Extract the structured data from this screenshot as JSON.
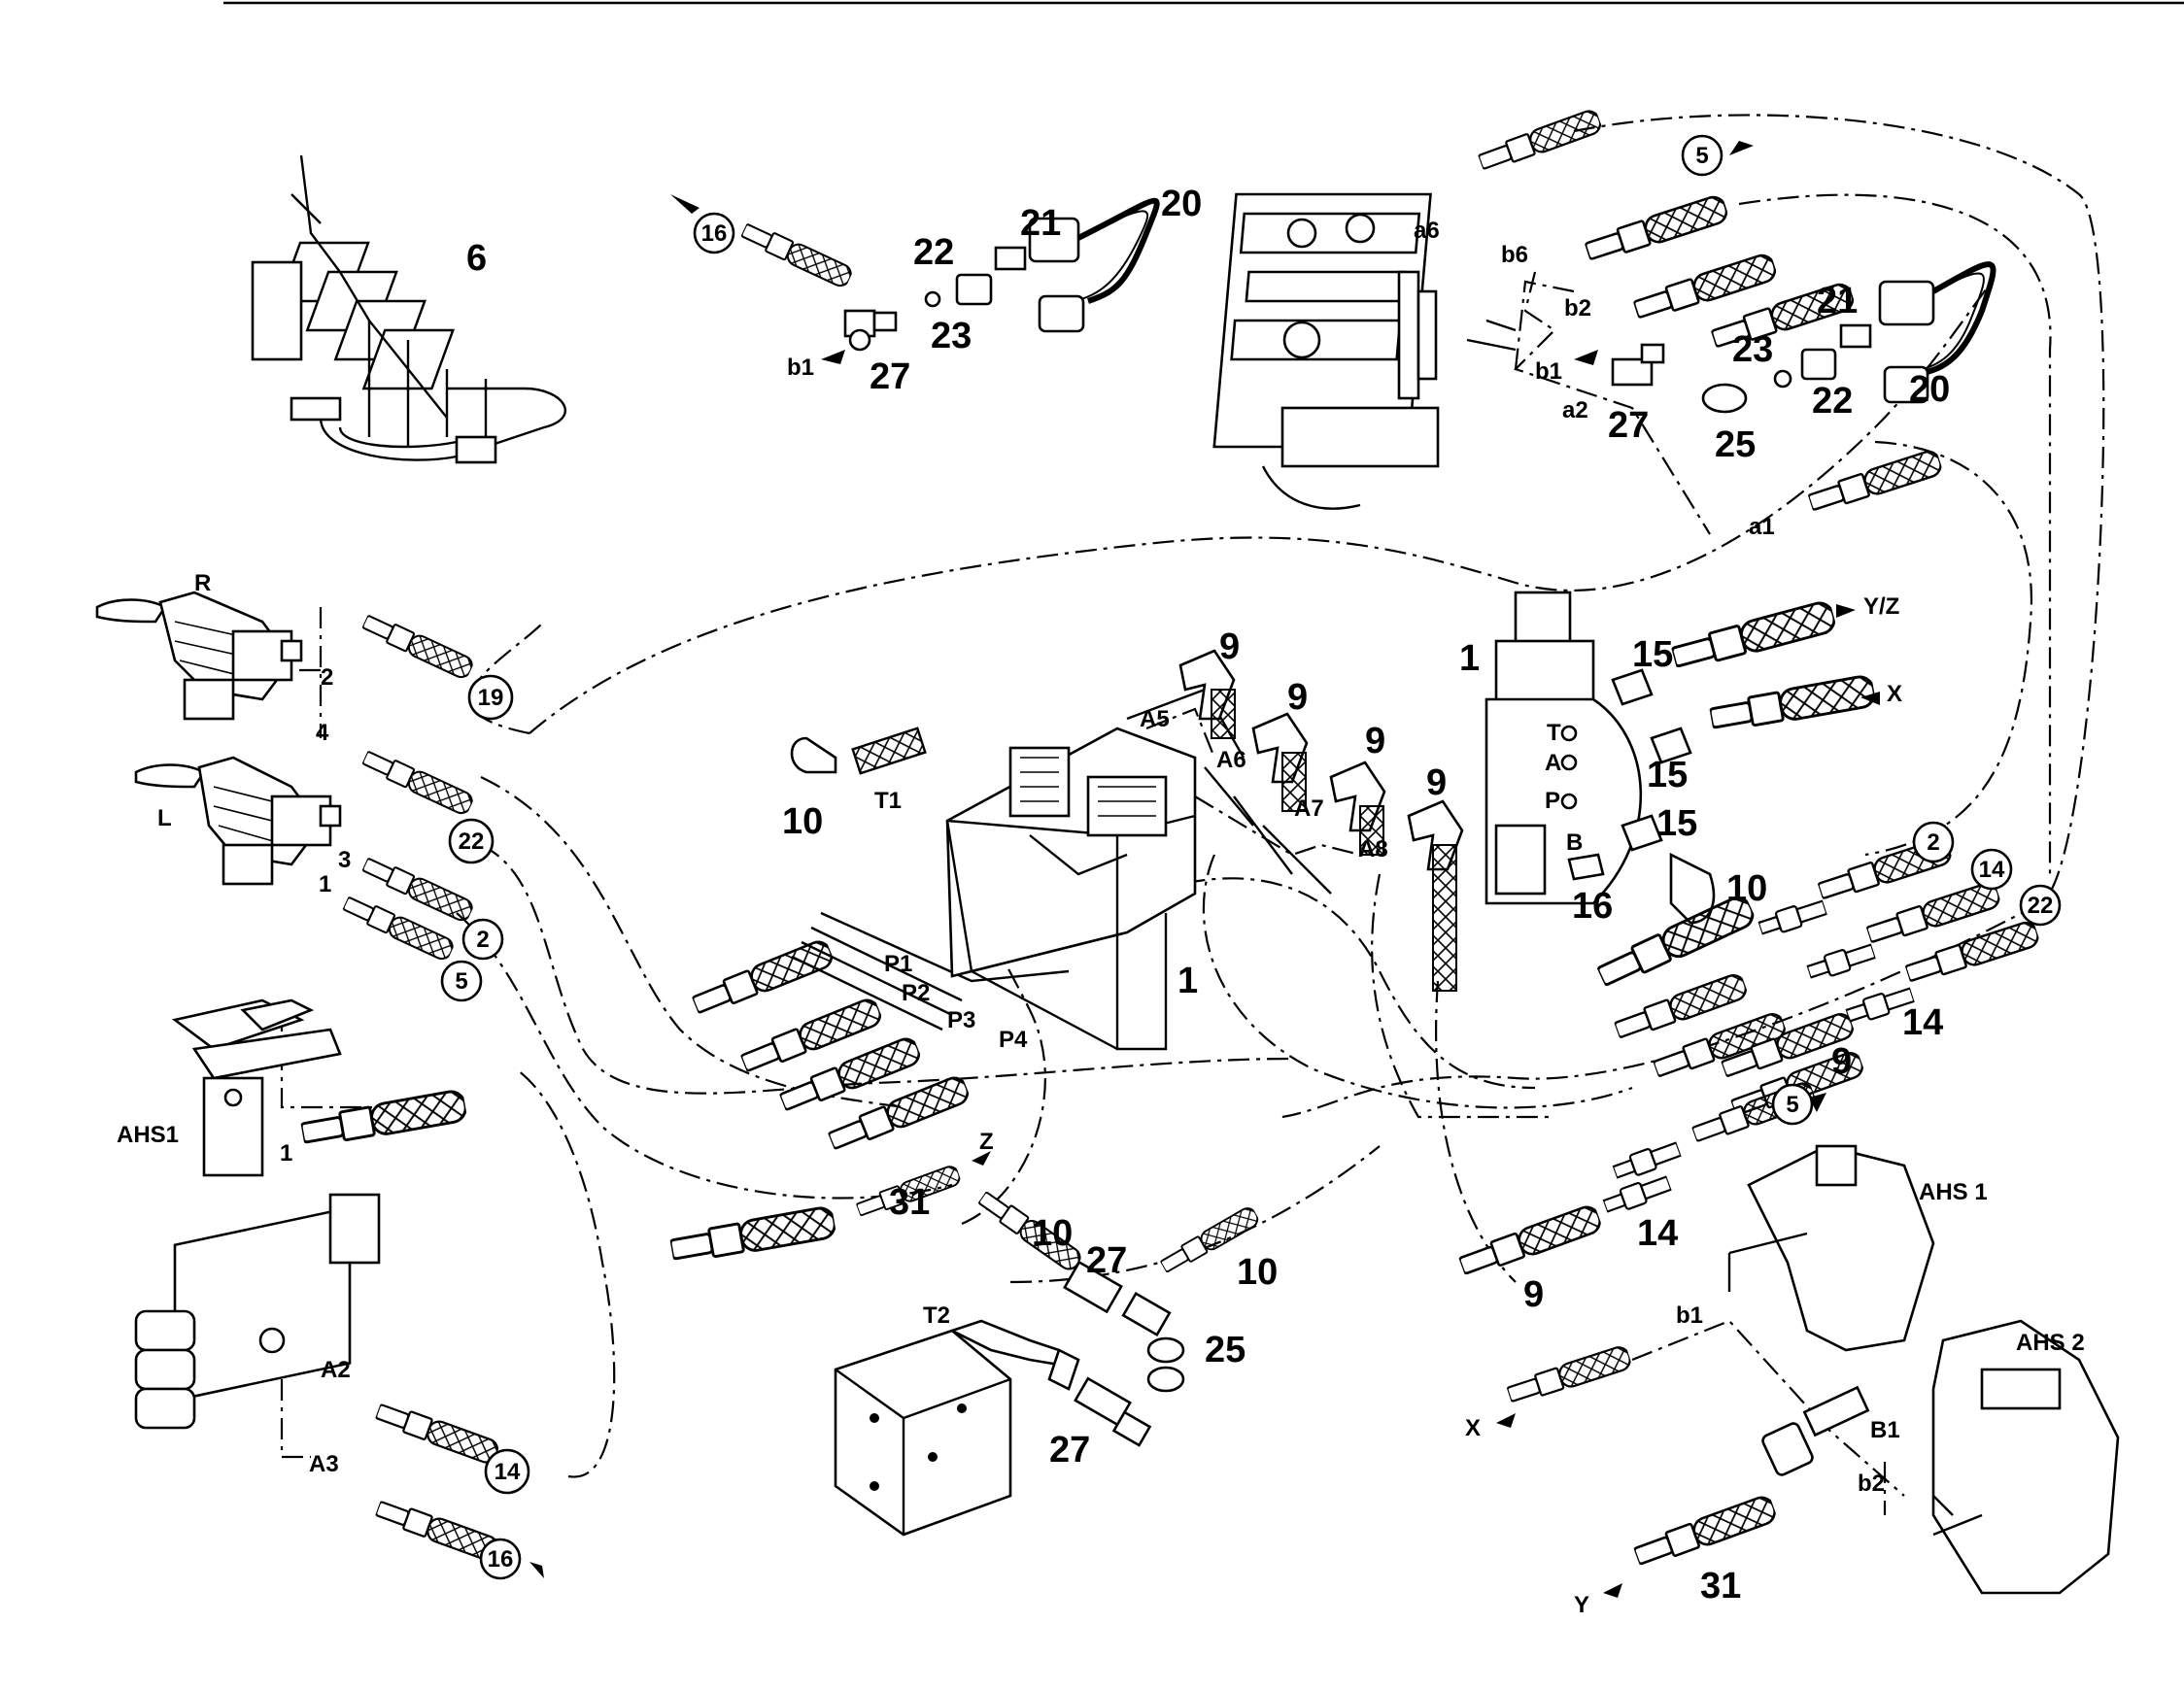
{
  "diagram": {
    "part_labels": {
      "p6": "6",
      "p20a": "20",
      "p21a": "21",
      "p22a": "22",
      "p23a": "23",
      "p27a": "27",
      "p21b": "21",
      "p23b": "23",
      "p22b": "22",
      "p20b": "20",
      "p27b": "27",
      "p25b": "25",
      "p1a": "1",
      "p15a": "15",
      "p15b": "15",
      "p15c": "15",
      "p16a": "16",
      "p10a": "10",
      "p9a": "9",
      "p9b": "9",
      "p9c": "9",
      "p9d": "9",
      "p10b": "10",
      "p1b": "1",
      "p14a": "14",
      "p9e": "9",
      "p14b": "14",
      "p9f": "9",
      "p31a": "31",
      "p10c": "10",
      "p27c": "27",
      "p10d": "10",
      "p25c": "25",
      "p27d": "27",
      "p31b": "31"
    },
    "port_labels": {
      "a6": "a6",
      "b6": "b6",
      "b2": "b2",
      "b1top": "b1",
      "a2": "a2",
      "a1": "a1",
      "b1left": "b1",
      "R": "R",
      "L": "L",
      "r2": "2",
      "r4": "4",
      "l3": "3",
      "l1": "1",
      "ahs1left": "AHS1",
      "ahs1left_port": "1",
      "A2": "A2",
      "A3": "A3",
      "T1": "T1",
      "T2": "T2",
      "P1": "P1",
      "P2": "P2",
      "P3": "P3",
      "P4": "P4",
      "A5": "A5",
      "A6": "A6",
      "A7": "A7",
      "A8": "A8",
      "T": "T",
      "A": "A",
      "P": "P",
      "B": "B",
      "YZ": "Y/Z",
      "X1": "X",
      "Z": "Z",
      "X2": "X",
      "Y": "Y",
      "ahs1right": "AHS 1",
      "ahs2": "AHS 2",
      "B1": "B1",
      "b1right": "b1",
      "b2right": "b2"
    },
    "callouts": {
      "c16top": "16",
      "c5top": "5",
      "c19": "19",
      "c22left": "22",
      "c2left": "2",
      "c5left": "5",
      "c2right": "2",
      "c14right": "14",
      "c22right": "22",
      "c5right": "5",
      "c14bottom": "14",
      "c16bottom": "16"
    }
  }
}
